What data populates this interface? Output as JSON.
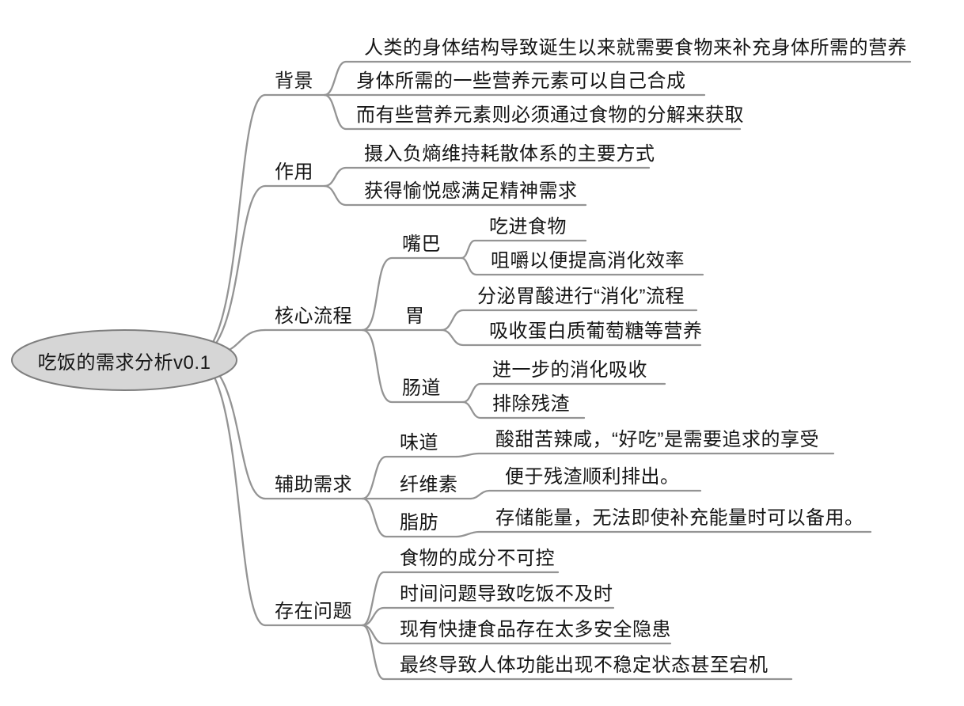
{
  "diagram_title": "吃饭的需求分析v0.1",
  "root": {
    "label": "吃饭的需求分析v0.1"
  },
  "branches": [
    {
      "label": "背景",
      "children": [
        {
          "label": "人类的身体结构导致诞生以来就需要食物来补充身体所需的营养"
        },
        {
          "label": "身体所需的一些营养元素可以自己合成"
        },
        {
          "label": "而有些营养元素则必须通过食物的分解来获取"
        }
      ]
    },
    {
      "label": "作用",
      "children": [
        {
          "label": "摄入负熵维持耗散体系的主要方式"
        },
        {
          "label": "获得愉悦感满足精神需求"
        }
      ]
    },
    {
      "label": "核心流程",
      "children": [
        {
          "label": "嘴巴",
          "children": [
            {
              "label": "吃进食物"
            },
            {
              "label": "咀嚼以便提高消化效率"
            }
          ]
        },
        {
          "label": "胃",
          "children": [
            {
              "label": "分泌胃酸进行“消化”流程"
            },
            {
              "label": "吸收蛋白质葡萄糖等营养"
            }
          ]
        },
        {
          "label": "肠道",
          "children": [
            {
              "label": "进一步的消化吸收"
            },
            {
              "label": "排除残渣"
            }
          ]
        }
      ]
    },
    {
      "label": "辅助需求",
      "children": [
        {
          "label": "味道",
          "children": [
            {
              "label": "酸甜苦辣咸，“好吃”是需要追求的享受"
            }
          ]
        },
        {
          "label": "纤维素",
          "children": [
            {
              "label": "便于残渣顺利排出。"
            }
          ]
        },
        {
          "label": "脂肪",
          "children": [
            {
              "label": "存储能量，无法即使补充能量时可以备用。"
            }
          ]
        }
      ]
    },
    {
      "label": "存在问题",
      "children": [
        {
          "label": "食物的成分不可控"
        },
        {
          "label": "时间问题导致吃饭不及时"
        },
        {
          "label": "现有快捷食品存在太多安全隐患"
        },
        {
          "label": "最终导致人体功能出现不稳定状态甚至宕机"
        }
      ]
    }
  ],
  "colors": {
    "line": "#949494",
    "root_fill": "#d6d6d6",
    "root_border": "#7f7f7f",
    "text": "#161616",
    "background": "#ffffff"
  }
}
